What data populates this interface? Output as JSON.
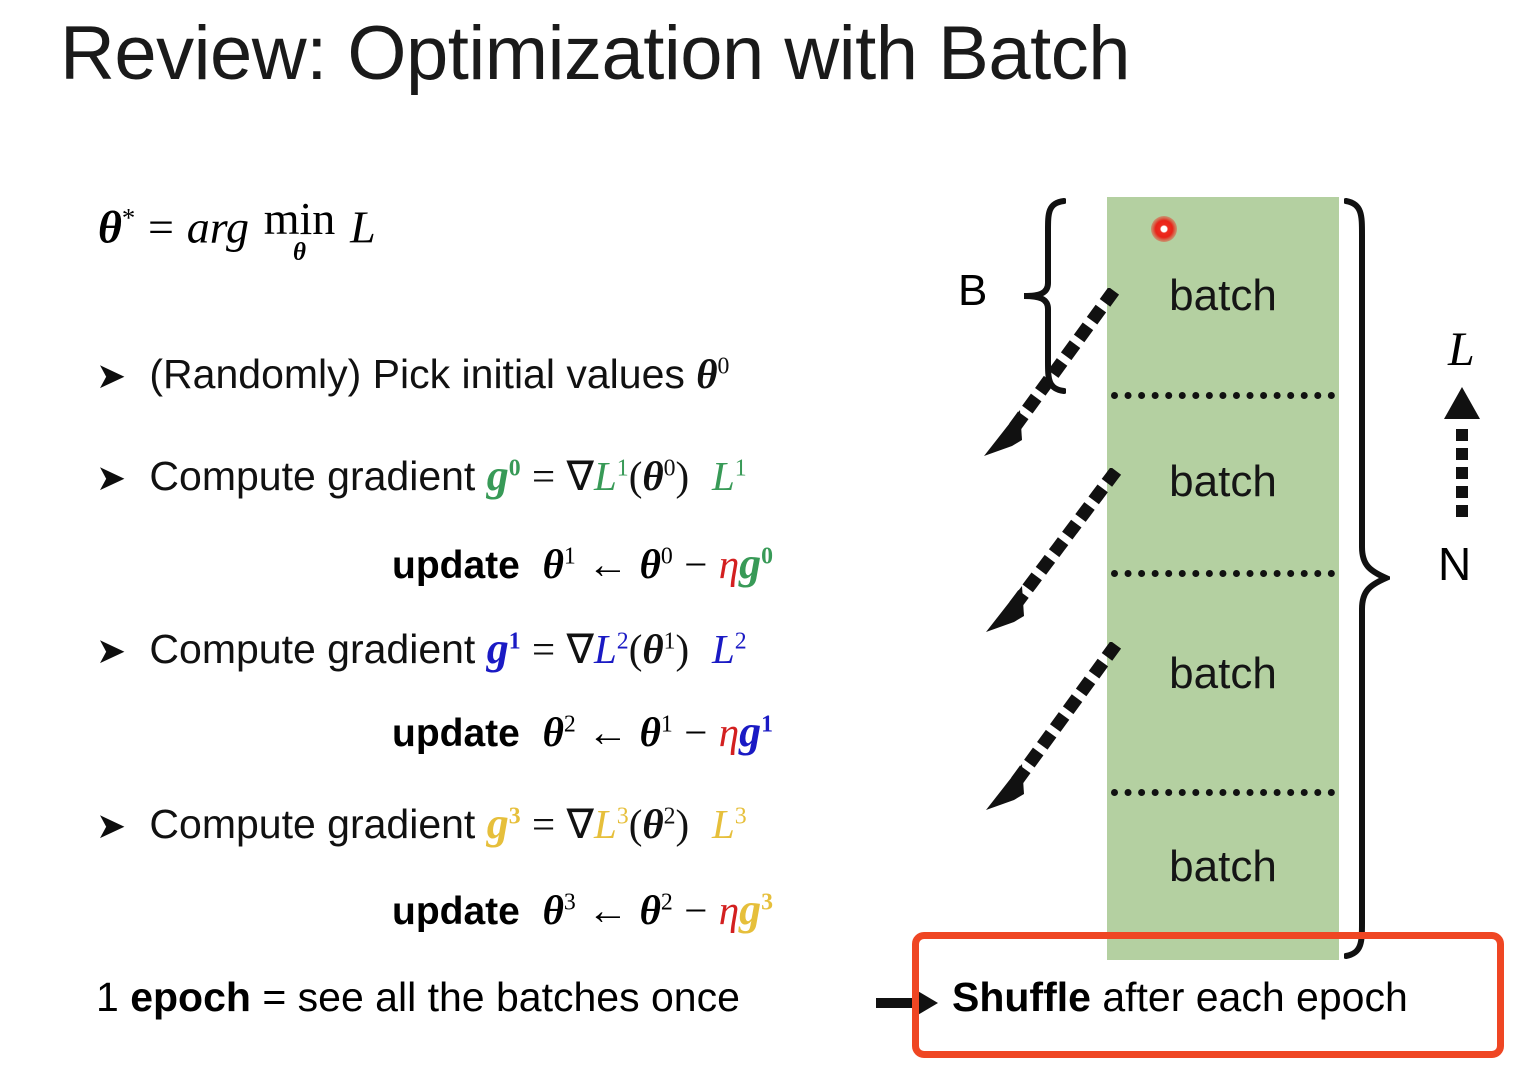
{
  "slide": {
    "title": "Review: Optimization with Batch"
  },
  "objective": {
    "theta_star": "θ",
    "star": "*",
    "equals": "=",
    "arg": "arg",
    "min": "min",
    "min_sub": "θ",
    "loss": "L"
  },
  "steps": [
    {
      "bullet": "➤",
      "text": "(Randomly) Pick initial values ",
      "symbol": "θ",
      "superscript": "0"
    }
  ],
  "gradients": [
    {
      "bullet": "➤",
      "label": "Compute gradient ",
      "g": "g",
      "g_sup": "0",
      "eq": "=",
      "nabla": "∇",
      "L": "L",
      "L_sup": "1",
      "open": "(",
      "theta": "θ",
      "theta_sup": "0",
      "close": ")",
      "tag_L": "L",
      "tag_sup": "1",
      "color": "#389a57",
      "update": {
        "word": "update",
        "lhs": "θ",
        "lhs_sup": "1",
        "arrow": "←",
        "rhs": "θ",
        "rhs_sup": "0",
        "minus": "−",
        "eta": "η",
        "g": "g",
        "g_sup": "0"
      }
    },
    {
      "bullet": "➤",
      "label": "Compute gradient ",
      "g": "g",
      "g_sup": "1",
      "eq": "=",
      "nabla": "∇",
      "L": "L",
      "L_sup": "2",
      "open": "(",
      "theta": "θ",
      "theta_sup": "1",
      "close": ")",
      "tag_L": "L",
      "tag_sup": "2",
      "color": "#1a1ac4",
      "update": {
        "word": "update",
        "lhs": "θ",
        "lhs_sup": "2",
        "arrow": "←",
        "rhs": "θ",
        "rhs_sup": "1",
        "minus": "−",
        "eta": "η",
        "g": "g",
        "g_sup": "1"
      }
    },
    {
      "bullet": "➤",
      "label": "Compute gradient ",
      "g": "g",
      "g_sup": "3",
      "eq": "=",
      "nabla": "∇",
      "L": "L",
      "L_sup": "3",
      "open": "(",
      "theta": "θ",
      "theta_sup": "2",
      "close": ")",
      "tag_L": "L",
      "tag_sup": "3",
      "color": "#e6bf3b",
      "update": {
        "word": "update",
        "lhs": "θ",
        "lhs_sup": "3",
        "arrow": "←",
        "rhs": "θ",
        "rhs_sup": "2",
        "minus": "−",
        "eta": "η",
        "g": "g",
        "g_sup": "3"
      }
    }
  ],
  "epoch": {
    "prefix": "1 ",
    "bold": "epoch",
    "rest": " = see all the batches once"
  },
  "shuffle": {
    "bold": "Shuffle",
    "rest": " after each epoch",
    "box_color": "#ef4623"
  },
  "diagram": {
    "column_color": "#b4d0a1",
    "batches": [
      "batch",
      "batch",
      "batch",
      "batch"
    ],
    "brace_b_label": "B",
    "brace_n_label": "N",
    "loss_axis_label": "L",
    "laser_color": "#ec281a"
  },
  "colors": {
    "green": "#389a57",
    "blue": "#1a1ac4",
    "gold": "#e6bf3b",
    "red_eta": "#d32020",
    "box_red": "#ef4623",
    "batch_green": "#b4d0a1"
  }
}
